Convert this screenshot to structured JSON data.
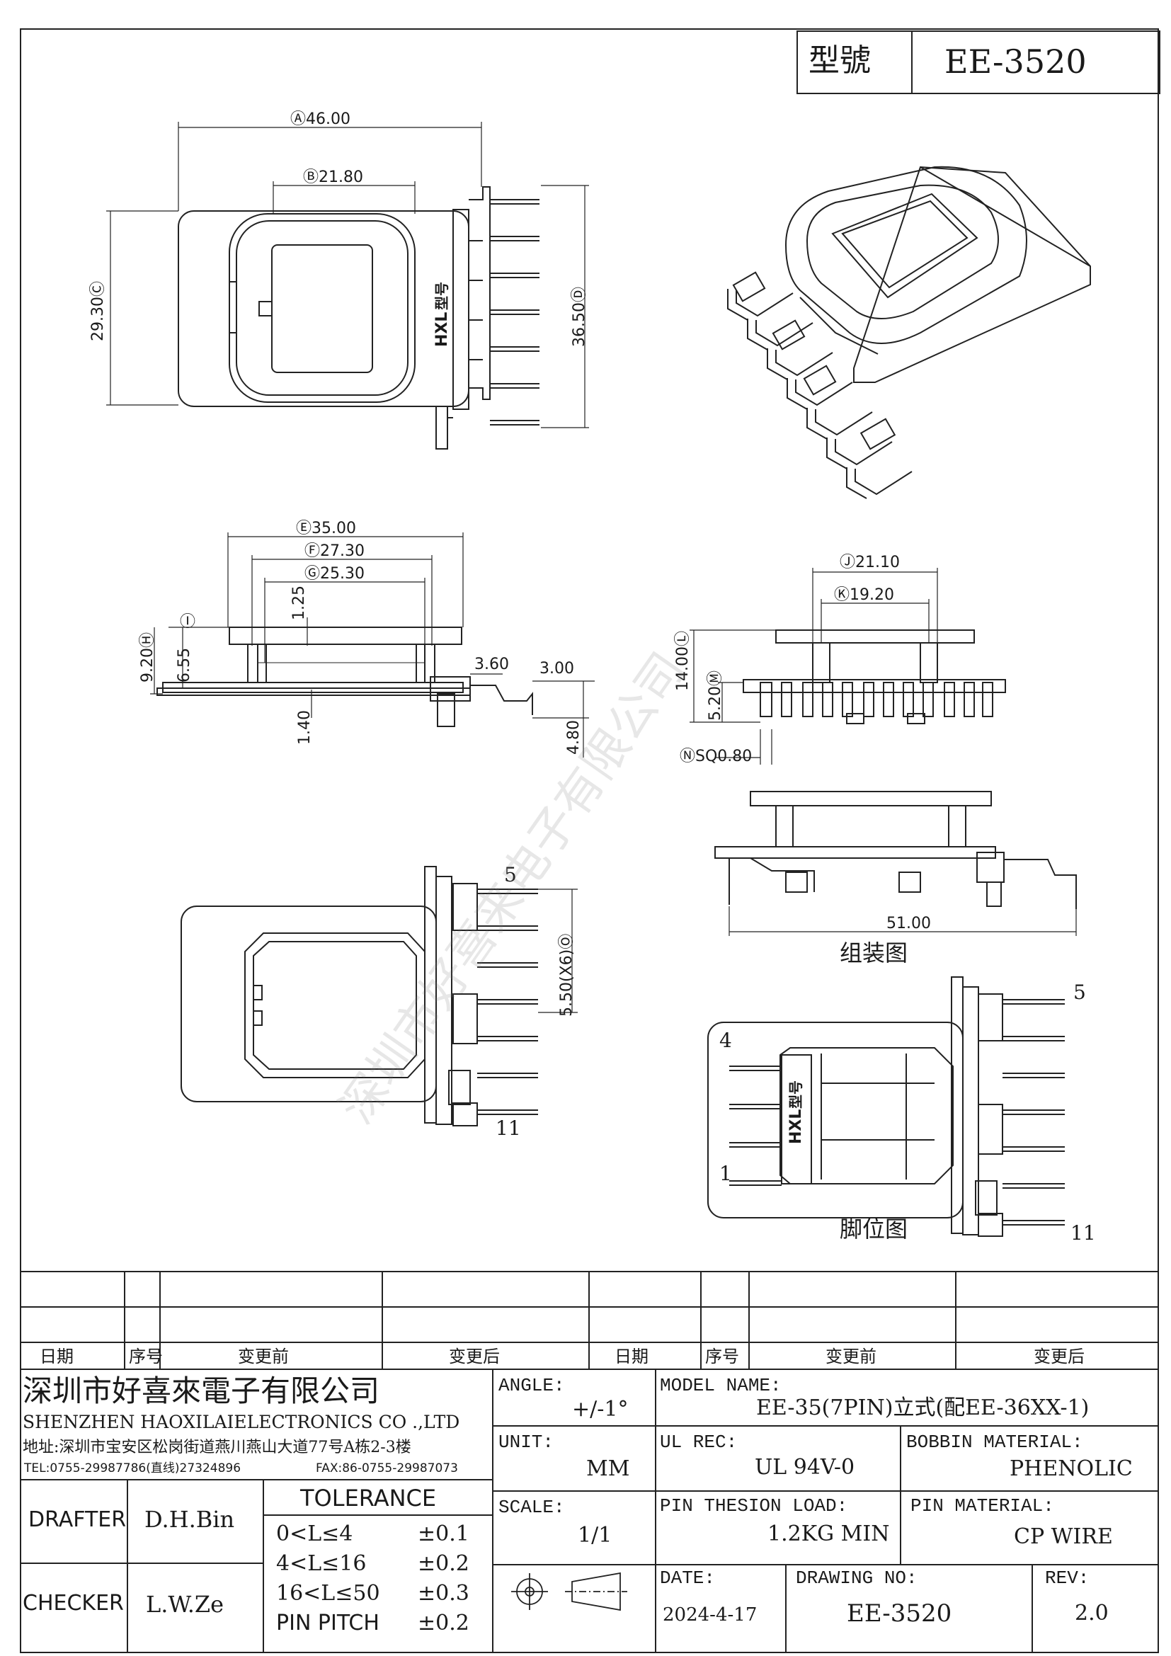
{
  "title_block": {
    "model_label": "型號",
    "model_value": "EE-3520"
  },
  "dimensions": {
    "A": "Ⓐ46.00",
    "B": "Ⓑ21.80",
    "C": "29.30Ⓒ",
    "D": "36.50Ⓓ",
    "E": "Ⓔ35.00",
    "F": "Ⓕ27.30",
    "G": "Ⓖ25.30",
    "H": "1.25",
    "I": "Ⓘ",
    "h920": "9.20Ⓗ",
    "h655": "6.55",
    "d140": "1.40",
    "d360": "3.60",
    "d300": "3.00",
    "d480": "4.80",
    "J": "Ⓙ21.10",
    "K": "Ⓚ19.20",
    "L": "14.00Ⓛ",
    "M": "5.20Ⓜ",
    "N": "ⓃSQ0.80",
    "O": "5.50(X6)Ⓞ",
    "d5100": "51.00"
  },
  "labels": {
    "assembly": "组装图",
    "pinout": "脚位图",
    "pin5a": "5",
    "pin11a": "11",
    "pin5b": "5",
    "pin4": "4",
    "pin1": "1",
    "pin11b": "11",
    "bobbin_mark_brand": "HXL",
    "bobbin_mark_model": "型号",
    "watermark": "深圳市好喜来电子有限公司"
  },
  "revision_table": {
    "headers_left": [
      "日期",
      "序号",
      "变更前",
      "变更后"
    ],
    "headers_right": [
      "日期",
      "序号",
      "变更前",
      "变更后"
    ]
  },
  "company": {
    "name_cn": "深圳市好喜來電子有限公司",
    "name_en": "SHENZHEN HAOXILAIELECTRONICS CO .,LTD",
    "address": "地址:深圳市宝安区松岗街道燕川燕山大道77号A栋2-3楼",
    "tel": "TEL:0755-29987786(直线)27324896",
    "fax": "FAX:86-0755-29987073"
  },
  "spec": {
    "angle_label": "ANGLE:",
    "angle_value": "+/-1°",
    "unit_label": "UNIT:",
    "unit_value": "MM",
    "scale_label": "SCALE:",
    "scale_value": "1/1",
    "model_name_label": "MODEL NAME:",
    "model_name_value": "EE-35(7PIN)立式(配EE-36XX-1)",
    "ul_label": "UL REC:",
    "ul_value": "UL 94V-0",
    "bobbin_label": "BOBBIN MATERIAL:",
    "bobbin_value": "PHENOLIC",
    "pin_load_label": "PIN THESION LOAD:",
    "pin_load_value": "1.2KG MIN",
    "pin_mat_label": "PIN MATERIAL:",
    "pin_mat_value": "CP  WIRE",
    "date_label": "DATE:",
    "date_value": "2024-4-17",
    "drawing_label": "DRAWING NO:",
    "drawing_value": "EE-3520",
    "rev_label": "REV:",
    "rev_value": "2.0"
  },
  "people": {
    "drafter_label": "DRAFTER",
    "drafter_value": "D.H.Bin",
    "checker_label": "CHECKER",
    "checker_value": "L.W.Ze"
  },
  "tolerance": {
    "title": "TOLERANCE",
    "rows": [
      {
        "range": "0<L≤4",
        "value": "±0.1"
      },
      {
        "range": "4<L≤16",
        "value": "±0.2"
      },
      {
        "range": "16<L≤50",
        "value": "±0.3"
      },
      {
        "range": "PIN PITCH",
        "value": "±0.2"
      }
    ]
  }
}
